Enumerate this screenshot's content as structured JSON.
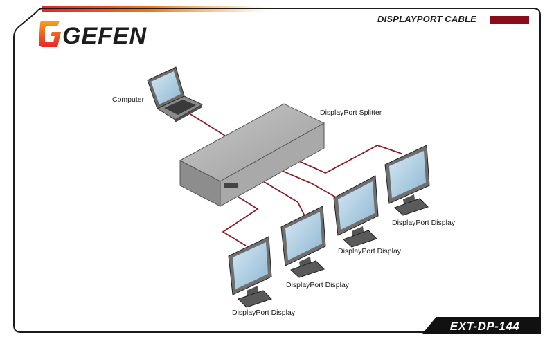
{
  "header": {
    "title": "DISPLAYPORT CABLE",
    "accent_color": "#8b0d1b"
  },
  "brand": {
    "name": "GEFEN",
    "logo_icon": "gefen-g-logo-icon",
    "gradient_start": "#f08a1a",
    "gradient_end": "#e8232a"
  },
  "diagram": {
    "computer_label": "Computer",
    "splitter_label": "DisplayPort Splitter",
    "display_labels": [
      "DisplayPort Display",
      "DisplayPort Display",
      "DisplayPort Display",
      "DisplayPort Display"
    ],
    "cable_color": "#8b1a22"
  },
  "footer": {
    "model": "EXT-DP-144"
  }
}
